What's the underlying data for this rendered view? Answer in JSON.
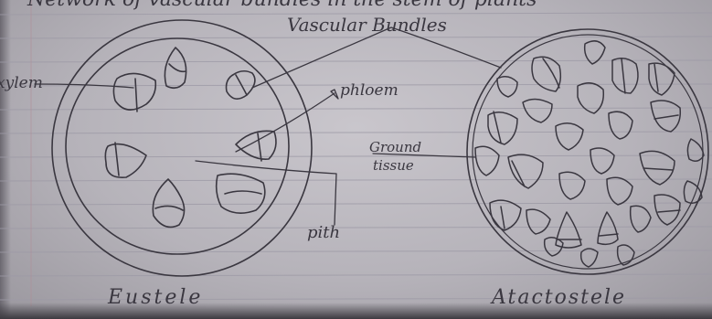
{
  "header": {
    "text": "Network of vascular bundles in the stem of plants"
  },
  "labels": {
    "vascular_bundles": "Vascular Bundles",
    "xylem": "xylem",
    "phloem": "phloem",
    "ground_tissue_line1": "Ground",
    "ground_tissue_line2": "tissue",
    "pith": "pith",
    "eustele": "Eustele",
    "atactostele": "Atactostele"
  },
  "colors": {
    "ink": "#3a3740",
    "paper": "#bfbcc3",
    "rule": "#9d9aa6"
  }
}
